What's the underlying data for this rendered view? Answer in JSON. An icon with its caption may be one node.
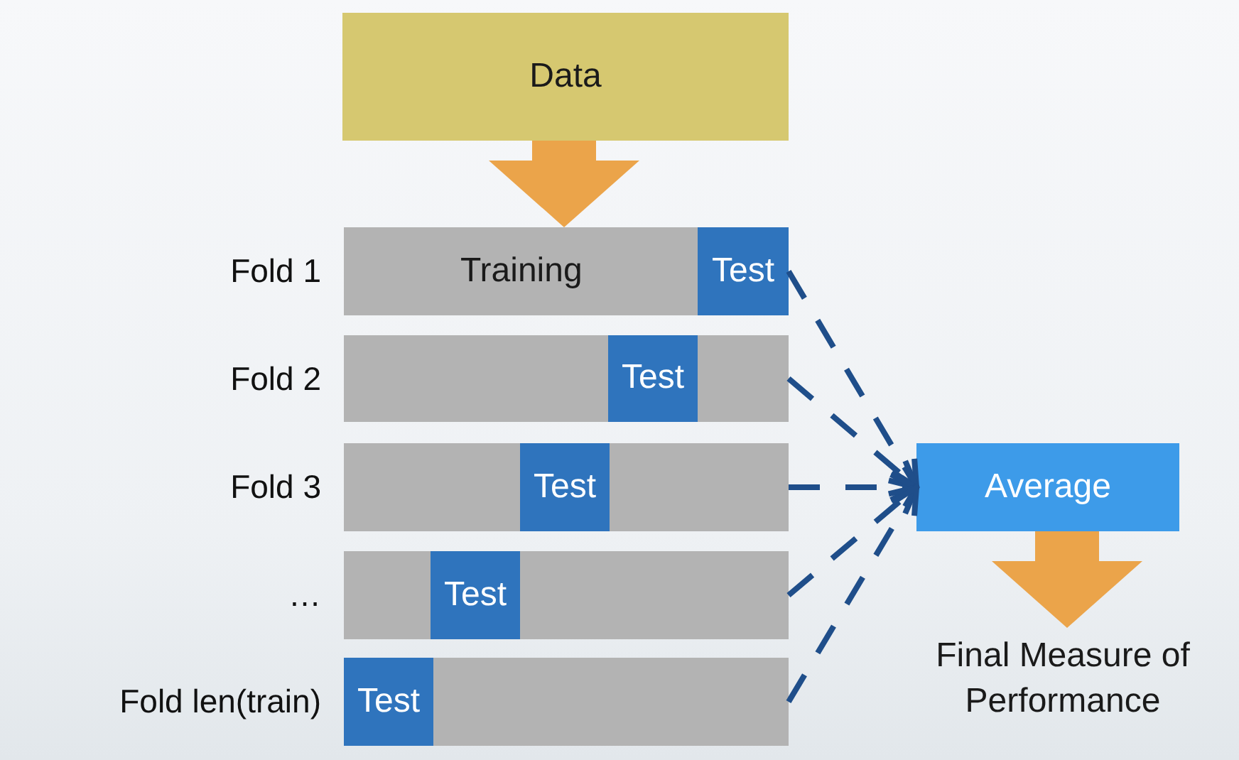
{
  "diagram": {
    "nodes": [
      {
        "text": [
          "Data"
        ]
      },
      {
        "text": [
          "Training"
        ],
        "beside": [
          "Fold 1"
        ]
      },
      {
        "text": [
          "Test"
        ],
        "in": 1
      },
      {
        "text": [],
        "shape": "bar",
        "beside": [
          "Fold 2"
        ]
      },
      {
        "text": [
          "Test"
        ],
        "in": 3
      },
      {
        "text": [],
        "shape": "bar",
        "beside": [
          "Fold 3"
        ]
      },
      {
        "text": [
          "Test"
        ],
        "in": 5
      },
      {
        "text": [],
        "shape": "bar",
        "beside": [
          "…"
        ]
      },
      {
        "text": [
          "Test"
        ],
        "in": 7
      },
      {
        "text": [],
        "shape": "bar",
        "beside": [
          "Fold len(train)"
        ]
      },
      {
        "text": [
          "Test"
        ],
        "in": 9
      },
      {
        "text": [
          "Average"
        ]
      },
      {
        "text": [
          "Final Measure of Performance"
        ]
      }
    ],
    "edges": [
      {
        "from": 0,
        "to": 1,
        "arrow": "to",
        "style": "thick",
        "color": "#eba44a"
      },
      {
        "from": 1,
        "to": 11,
        "arrow": "to",
        "style": "dashed"
      },
      {
        "from": 3,
        "to": 11,
        "arrow": "to",
        "style": "dashed"
      },
      {
        "from": 5,
        "to": 11,
        "arrow": "to",
        "style": "dashed"
      },
      {
        "from": 7,
        "to": 11,
        "arrow": "to",
        "style": "dashed"
      },
      {
        "from": 9,
        "to": 11,
        "arrow": "to",
        "style": "dashed"
      },
      {
        "from": 11,
        "to": 12,
        "arrow": "to",
        "style": "thick",
        "color": "#eba44a"
      }
    ]
  }
}
